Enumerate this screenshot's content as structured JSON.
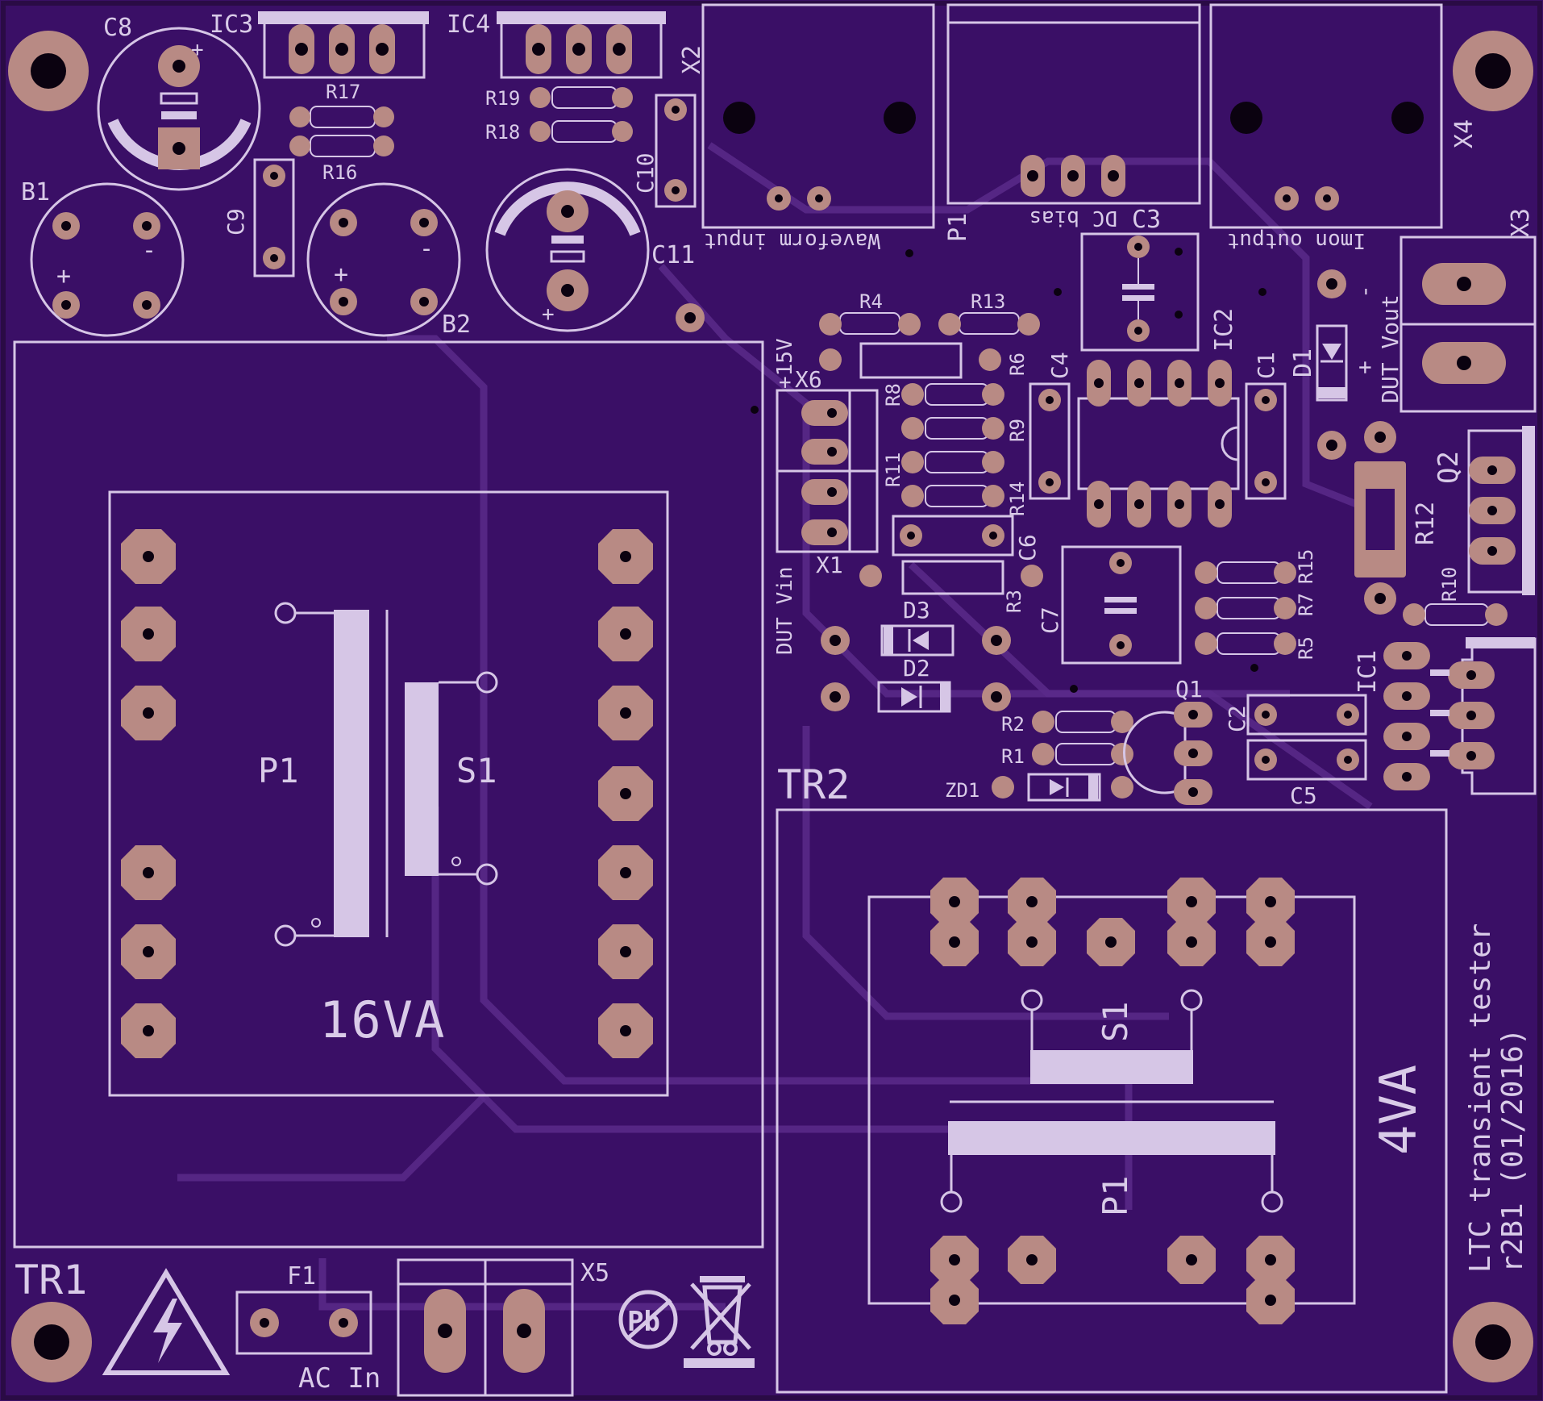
{
  "board": {
    "colors": {
      "background": "#3a0f66",
      "copper": "#b88a84",
      "silkscreen": "#d6c6e6",
      "trace": "#5a2a8a",
      "hole": "#0b0210"
    },
    "title_line1": "LTC transient tester",
    "title_line2": "r2B1 (01/2016)"
  },
  "labels": {
    "C8": "C8",
    "IC3": "IC3",
    "IC4": "IC4",
    "X2": "X2",
    "X4": "X4",
    "X3": "X3",
    "R17": "R17",
    "R16": "R16",
    "R19": "R19",
    "R18": "R18",
    "C10": "C10",
    "B1": "B1",
    "B2": "B2",
    "C9": "C9",
    "C11": "C11",
    "P1": "P1",
    "C3": "C3",
    "IC2": "IC2",
    "C1": "C1",
    "C4": "C4",
    "D1": "D1",
    "R4": "R4",
    "R13": "R13",
    "R6": "R6",
    "R8": "R8",
    "R9": "R9",
    "R11": "R11",
    "R14": "R14",
    "C6": "C6",
    "X6": "X6",
    "X1": "X1",
    "R3": "R3",
    "D3": "D3",
    "D2": "D2",
    "C7": "C7",
    "R15": "R15",
    "R7": "R7",
    "R5": "R5",
    "R10": "R10",
    "R12": "R12",
    "Q2": "Q2",
    "IC1": "IC1",
    "Q1": "Q1",
    "C2": "C2",
    "C5": "C5",
    "R2": "R2",
    "R1": "R1",
    "ZD1": "ZD1",
    "TR1": "TR1",
    "TR2": "TR2",
    "F1": "F1",
    "X5": "X5",
    "TR1_P1": "P1",
    "TR1_S1": "S1",
    "TR2_P1": "P1",
    "TR2_S1": "S1"
  },
  "captions": {
    "waveform_input": "Waveform input",
    "dc_bias": "DC bias",
    "imon_output": "Imon output",
    "dut_vout": "DUT Vout",
    "plus15v": "+15V",
    "dut_vin": "DUT Vin",
    "ac_in": "AC In",
    "va16": "16VA",
    "va4": "4VA",
    "plus": "+",
    "minus": "-",
    "pb": "Pb"
  }
}
